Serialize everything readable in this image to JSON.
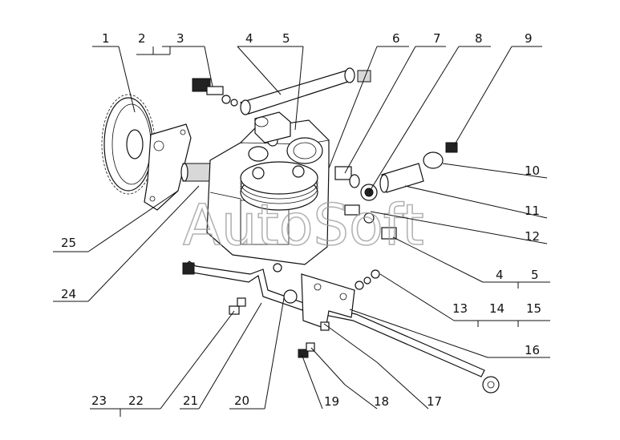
{
  "watermark": "AutoSoft",
  "callouts": {
    "n1": "1",
    "n2": "2",
    "n3": "3",
    "n4": "4",
    "n5": "5",
    "n6": "6",
    "n7": "7",
    "n8": "8",
    "n9": "9",
    "n10": "10",
    "n11": "11",
    "n12": "12",
    "n4b": "4",
    "n5b": "5",
    "n13": "13",
    "n14": "14",
    "n15": "15",
    "n16": "16",
    "n17": "17",
    "n18": "18",
    "n19": "19",
    "n20": "20",
    "n21": "21",
    "n22": "22",
    "n23": "23",
    "n24": "24",
    "n25": "25"
  }
}
